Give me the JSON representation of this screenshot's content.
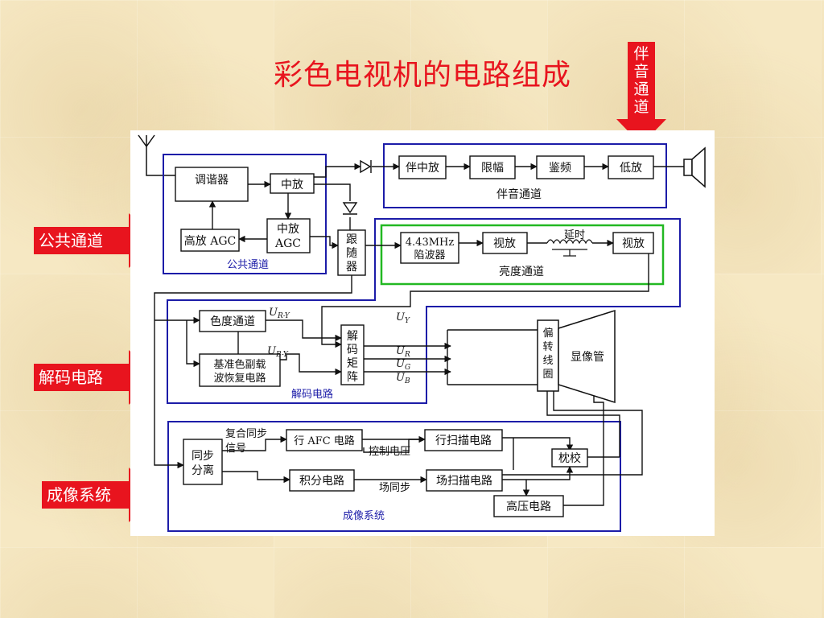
{
  "title": "彩色电视机的电路组成",
  "callouts": {
    "public_channel": "公共通道",
    "decode_circuit": "解码电路",
    "imaging_system": "成像系统",
    "audio_channel": "伴音通道"
  },
  "blocks": {
    "tuner": "调谐器",
    "if_amp": "中放",
    "rf_agc": "高放 AGC",
    "if_agc": [
      "中放",
      "AGC"
    ],
    "follower": [
      "跟",
      "随",
      "器"
    ],
    "audio_if": "伴中放",
    "limiter": "限幅",
    "discriminator": "鉴频",
    "audio_amp": "低放",
    "trap": [
      "4.43MHz",
      "陷波器"
    ],
    "video_amp1": "视放",
    "delay": "延时",
    "video_amp2": "视放",
    "chroma": "色度通道",
    "ref_color": [
      "基准色副载",
      "波恢复电路"
    ],
    "matrix": [
      "解",
      "码",
      "矩",
      "阵"
    ],
    "deflection_coil": [
      "偏",
      "转",
      "线",
      "圈"
    ],
    "crt": "显像管",
    "sync_sep": [
      "同步",
      "分离"
    ],
    "h_afc": "行 AFC 电路",
    "h_scan": "行扫描电路",
    "pincushion": "枕校",
    "integrator": "积分电路",
    "v_scan": "场扫描电路",
    "hv": "高压电路"
  },
  "group_labels": {
    "public": "公共通道",
    "audio": "伴音通道",
    "luma": "亮度通道",
    "decode": "解码电路",
    "imaging": "成像系统"
  },
  "signal_labels": {
    "u_ry": "U",
    "u_ry_sub": "R-Y",
    "u_by": "U",
    "u_by_sub": "B-Y",
    "uy": "U",
    "uy_sub": "Y",
    "ur": "U",
    "ur_sub": "R",
    "ug": "U",
    "ug_sub": "G",
    "ub": "U",
    "ub_sub": "B",
    "composite_sync": [
      "复合同步",
      "信号"
    ],
    "control_voltage": "控制电压",
    "field_sync": "场同步"
  },
  "colors": {
    "accent_red": "#e8141e",
    "group_blue": "#1c1ca8",
    "luma_green": "#22b822",
    "line_black": "#111111"
  }
}
